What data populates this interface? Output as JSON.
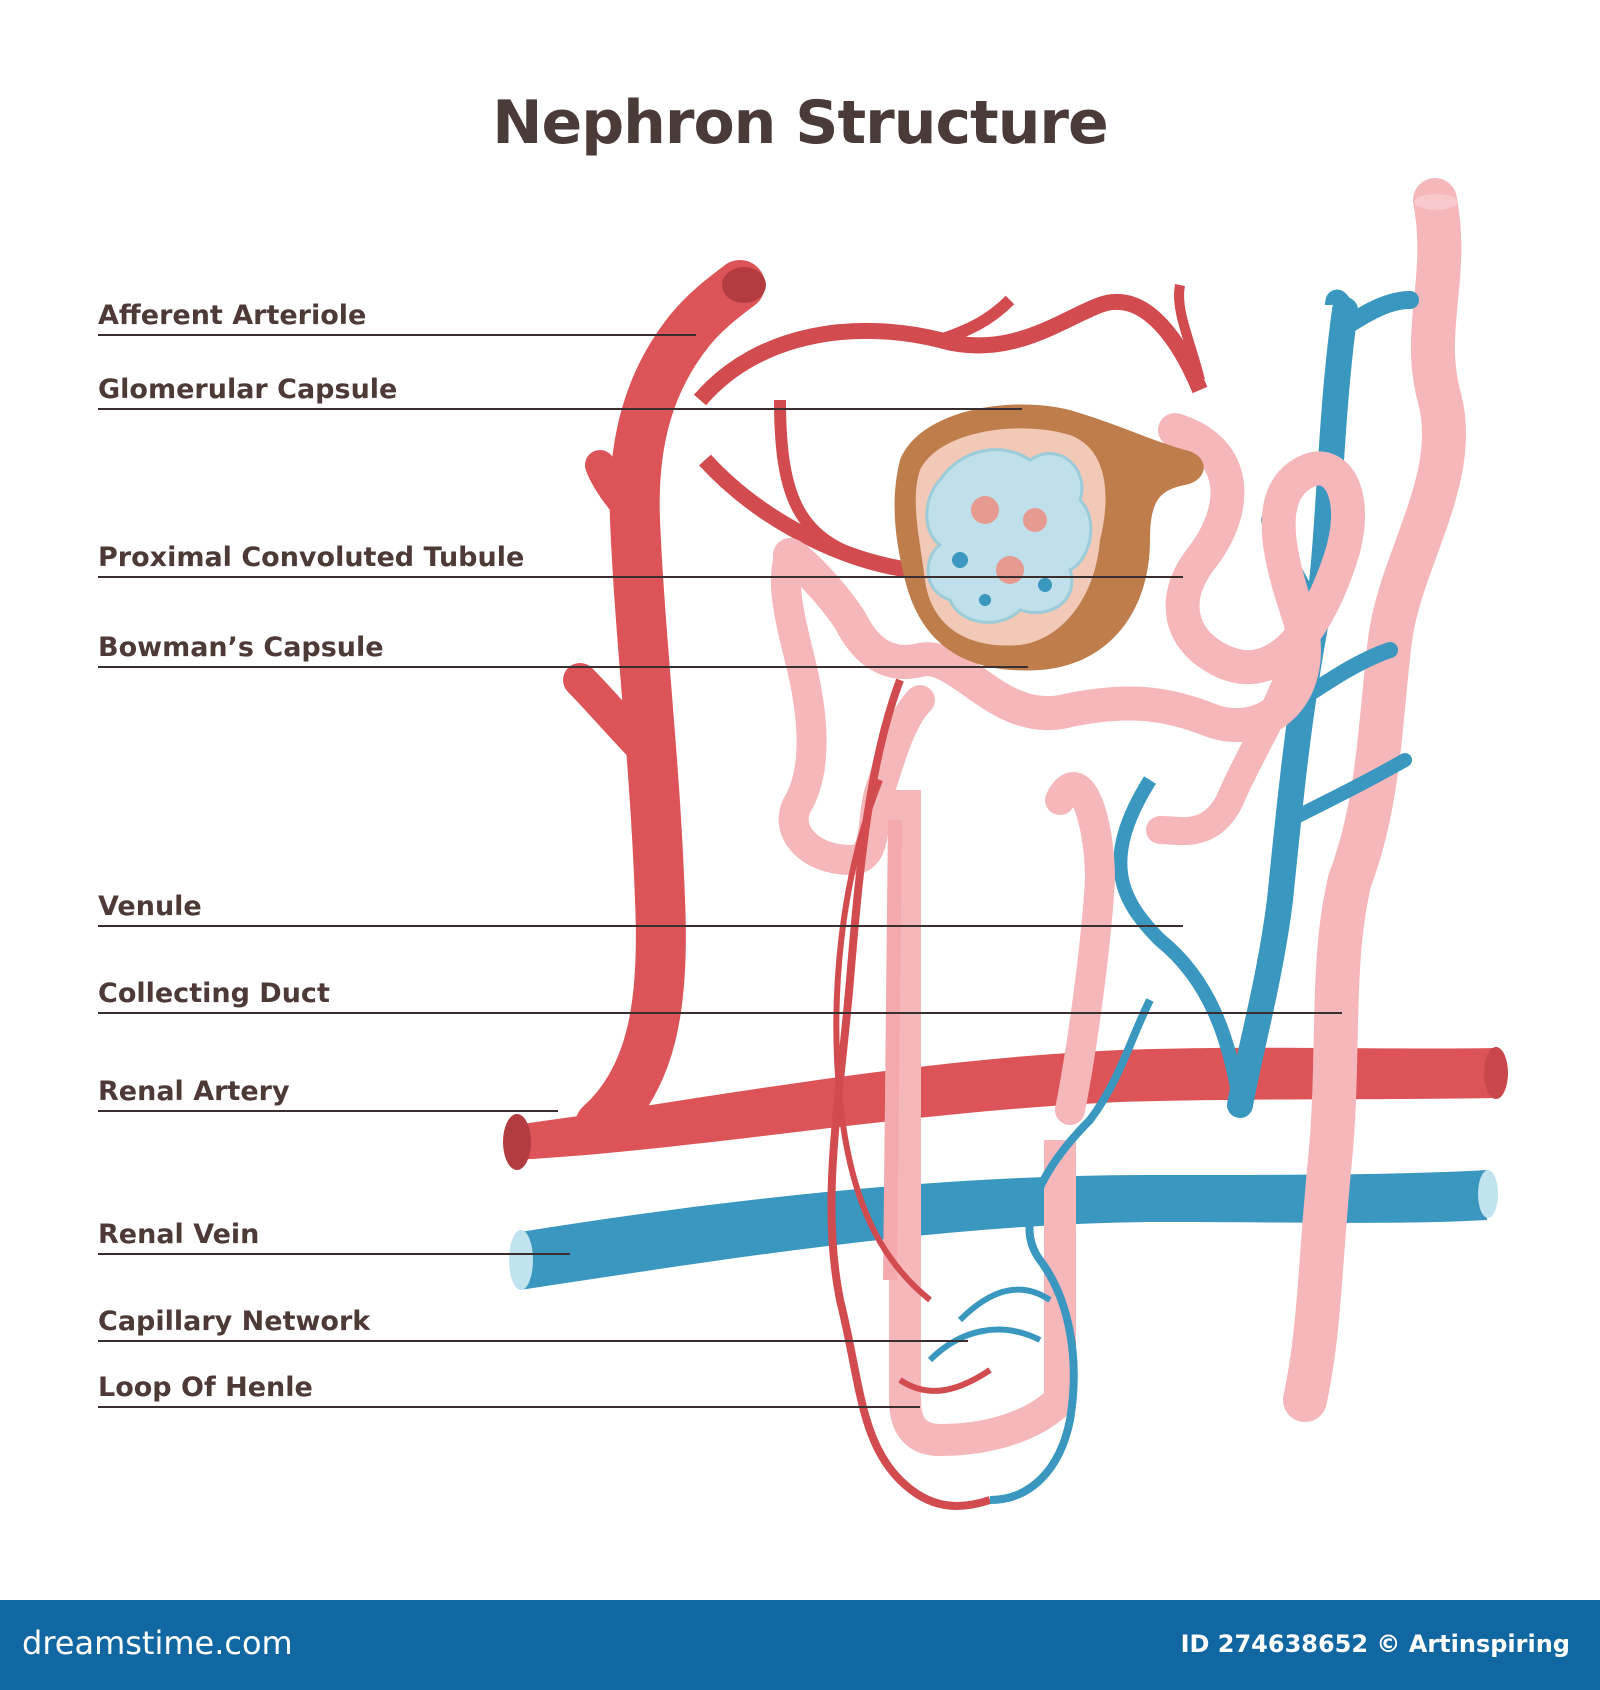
{
  "title": "Nephron Structure",
  "labels": [
    {
      "text": "Afferent Arteriole"
    },
    {
      "text": "Glomerular Capsule"
    },
    {
      "text": "Proximal Convoluted Tubule"
    },
    {
      "text": "Bowman’s Capsule"
    },
    {
      "text": "Venule"
    },
    {
      "text": "Collecting Duct"
    },
    {
      "text": "Renal Artery"
    },
    {
      "text": "Renal Vein"
    },
    {
      "text": "Capillary Network"
    },
    {
      "text": "Loop Of Henle"
    }
  ],
  "footer": {
    "brand": "dreamstime.com",
    "credit": "ID 274638652 © Artinspiring"
  },
  "colors": {
    "artery": "#dc5457",
    "vein": "#3a97c0",
    "tubule": "#f6b7ba",
    "capsule": "#bf7d4c",
    "glomerulus": "#bfe0ea",
    "footer": "#1167a2"
  }
}
